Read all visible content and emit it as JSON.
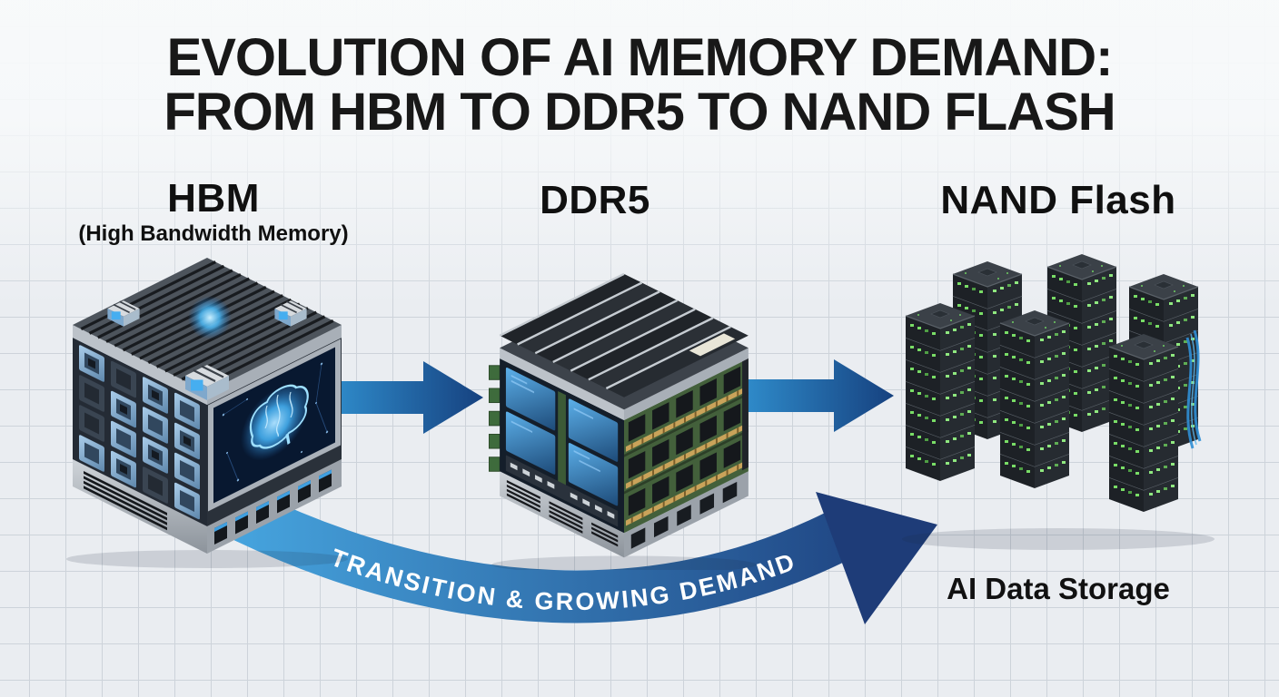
{
  "title": {
    "line1": "EVOLUTION OF AI MEMORY DEMAND:",
    "line2": "FROM HBM TO DDR5 TO NAND FLASH"
  },
  "stages": {
    "hbm": {
      "label": "HBM",
      "sublabel": "(High Bandwidth Memory)",
      "icon": "hbm-memory-cube-illustration"
    },
    "ddr5": {
      "label": "DDR5",
      "icon": "ddr5-dimm-cube-illustration"
    },
    "nand": {
      "label": "NAND Flash",
      "caption": "AI Data Storage",
      "icon": "nand-flash-stacks-illustration"
    }
  },
  "flow": {
    "arrow1_icon": "right-arrow-icon",
    "arrow2_icon": "right-arrow-icon",
    "transition_arrow_icon": "curved-growth-arrow-icon",
    "transition_label": "TRANSITION & GROWING DEMAND"
  },
  "colors": {
    "background": "#eaedf1",
    "grid_line": "#cdd3da",
    "title_text": "#181818",
    "arrow_gradient_start": "#2f8ccb",
    "arrow_gradient_end": "#16417f",
    "curve_gradient_start": "#46a4de",
    "curve_gradient_end": "#1b3a78",
    "glow_blue": "#49b8f5",
    "pcb_green": "#43603b",
    "led_green": "#76d96b"
  }
}
